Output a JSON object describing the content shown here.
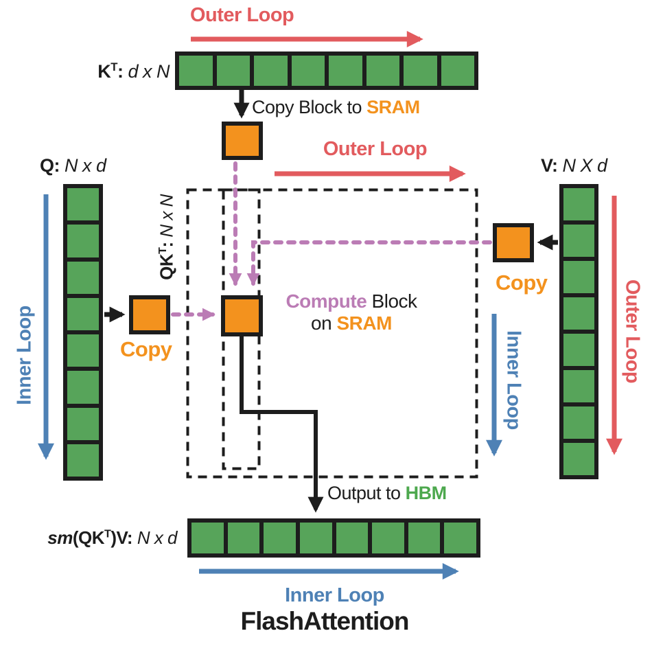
{
  "title": "FlashAttention",
  "colors": {
    "green": "#57a45a",
    "greentext": "#4da84e",
    "orange": "#f3921e",
    "red": "#e25b5e",
    "blue": "#4e81b5",
    "purple": "#bb7cb5",
    "black": "#1d1d1d"
  },
  "loops": {
    "outer_top": "Outer Loop",
    "outer_mid": "Outer Loop",
    "outer_right": "Outer Loop",
    "inner_left": "Inner Loop",
    "inner_mid": "Inner Loop",
    "inner_bottom": "Inner Loop"
  },
  "annotations": {
    "copy_block": {
      "prefix": "Copy Block to ",
      "mem": "SRAM"
    },
    "compute": {
      "word1": "Compute",
      "word2": " Block",
      "line2_prefix": "on ",
      "mem": "SRAM"
    },
    "output": {
      "prefix": "Output to ",
      "mem": "HBM"
    },
    "copy_left": "Copy",
    "copy_right": "Copy"
  },
  "matrices": {
    "kt": {
      "name": "K",
      "sup": "T",
      "sep": ": ",
      "dims": "d x N",
      "cells": 8
    },
    "q": {
      "name": "Q",
      "sep": ": ",
      "dims": "N x d",
      "cells": 8
    },
    "v": {
      "name": "V",
      "sep": ": ",
      "dims": "N X d",
      "cells": 8
    },
    "qkt": {
      "name": "QK",
      "sup": "T",
      "sep": ": ",
      "dims": "N x N"
    },
    "out": {
      "sm": "sm",
      "open": "(QK",
      "sup": "T",
      "close": ")V",
      "sep": ": ",
      "dims": "N x d",
      "cells": 8
    }
  }
}
